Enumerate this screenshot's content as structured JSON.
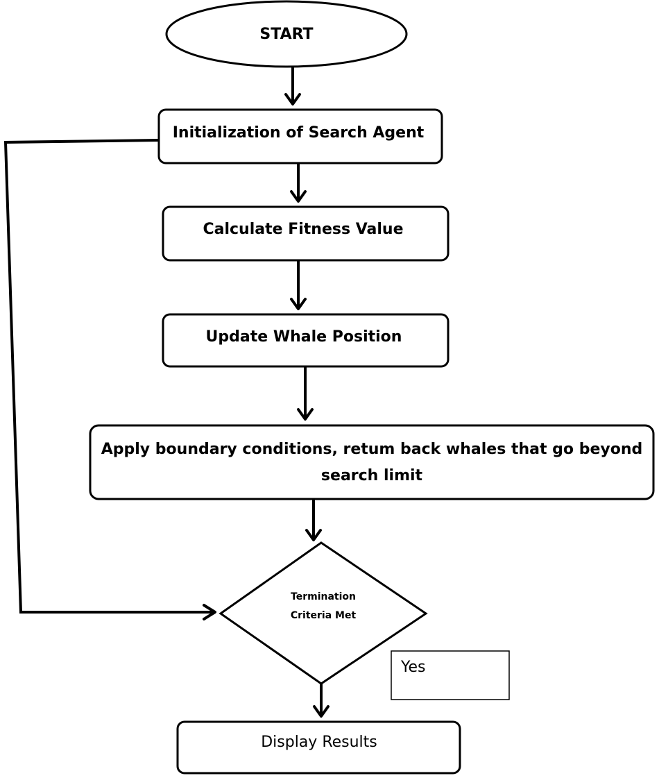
{
  "nodes": {
    "start": "START",
    "init": "Initialization of Search Agent",
    "fitness": "Calculate Fitness Value",
    "update": "Update Whale Position",
    "boundary_line1": "Apply boundary conditions, retum back whales that go beyond",
    "boundary_line2": "search limit",
    "decision_line1": "Termination",
    "decision_line2": "Criteria Met",
    "yes_label": "Yes",
    "display": "Display Results"
  }
}
